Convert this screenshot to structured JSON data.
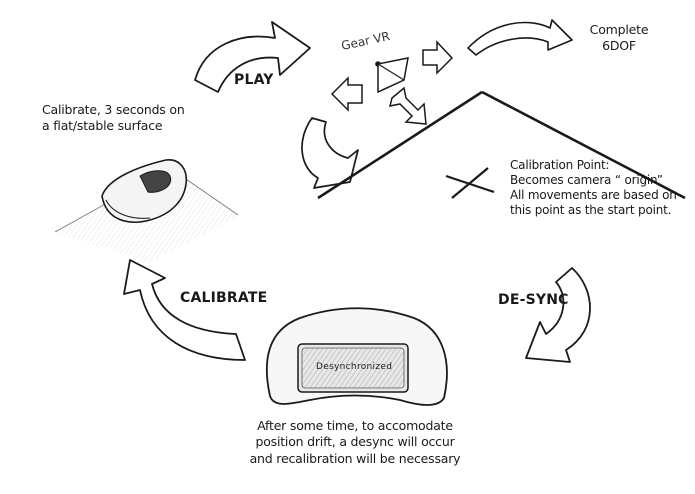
{
  "labels": {
    "play": "PLAY",
    "gear_vr": "Gear VR",
    "complete_6dof_line1": "Complete",
    "complete_6dof_line2": "6DOF",
    "calibrate_action": "CALIBRATE",
    "desync_action": "DE-SYNC",
    "screen_text": "Desynchronized"
  },
  "notes": {
    "calibrate_note": [
      "Calibrate, 3 seconds on",
      "a flat/stable surface"
    ],
    "calibration_point": [
      "Calibration Point:",
      "Becomes camera “ origin”",
      "All movements are based on",
      "this point as the start point."
    ],
    "desync_note": [
      "After some time, to accomodate",
      "position drift, a desync will occur",
      "and recalibration will be necessary"
    ]
  },
  "colors": {
    "ink": "#1a1a1a",
    "paper": "#ffffff"
  }
}
